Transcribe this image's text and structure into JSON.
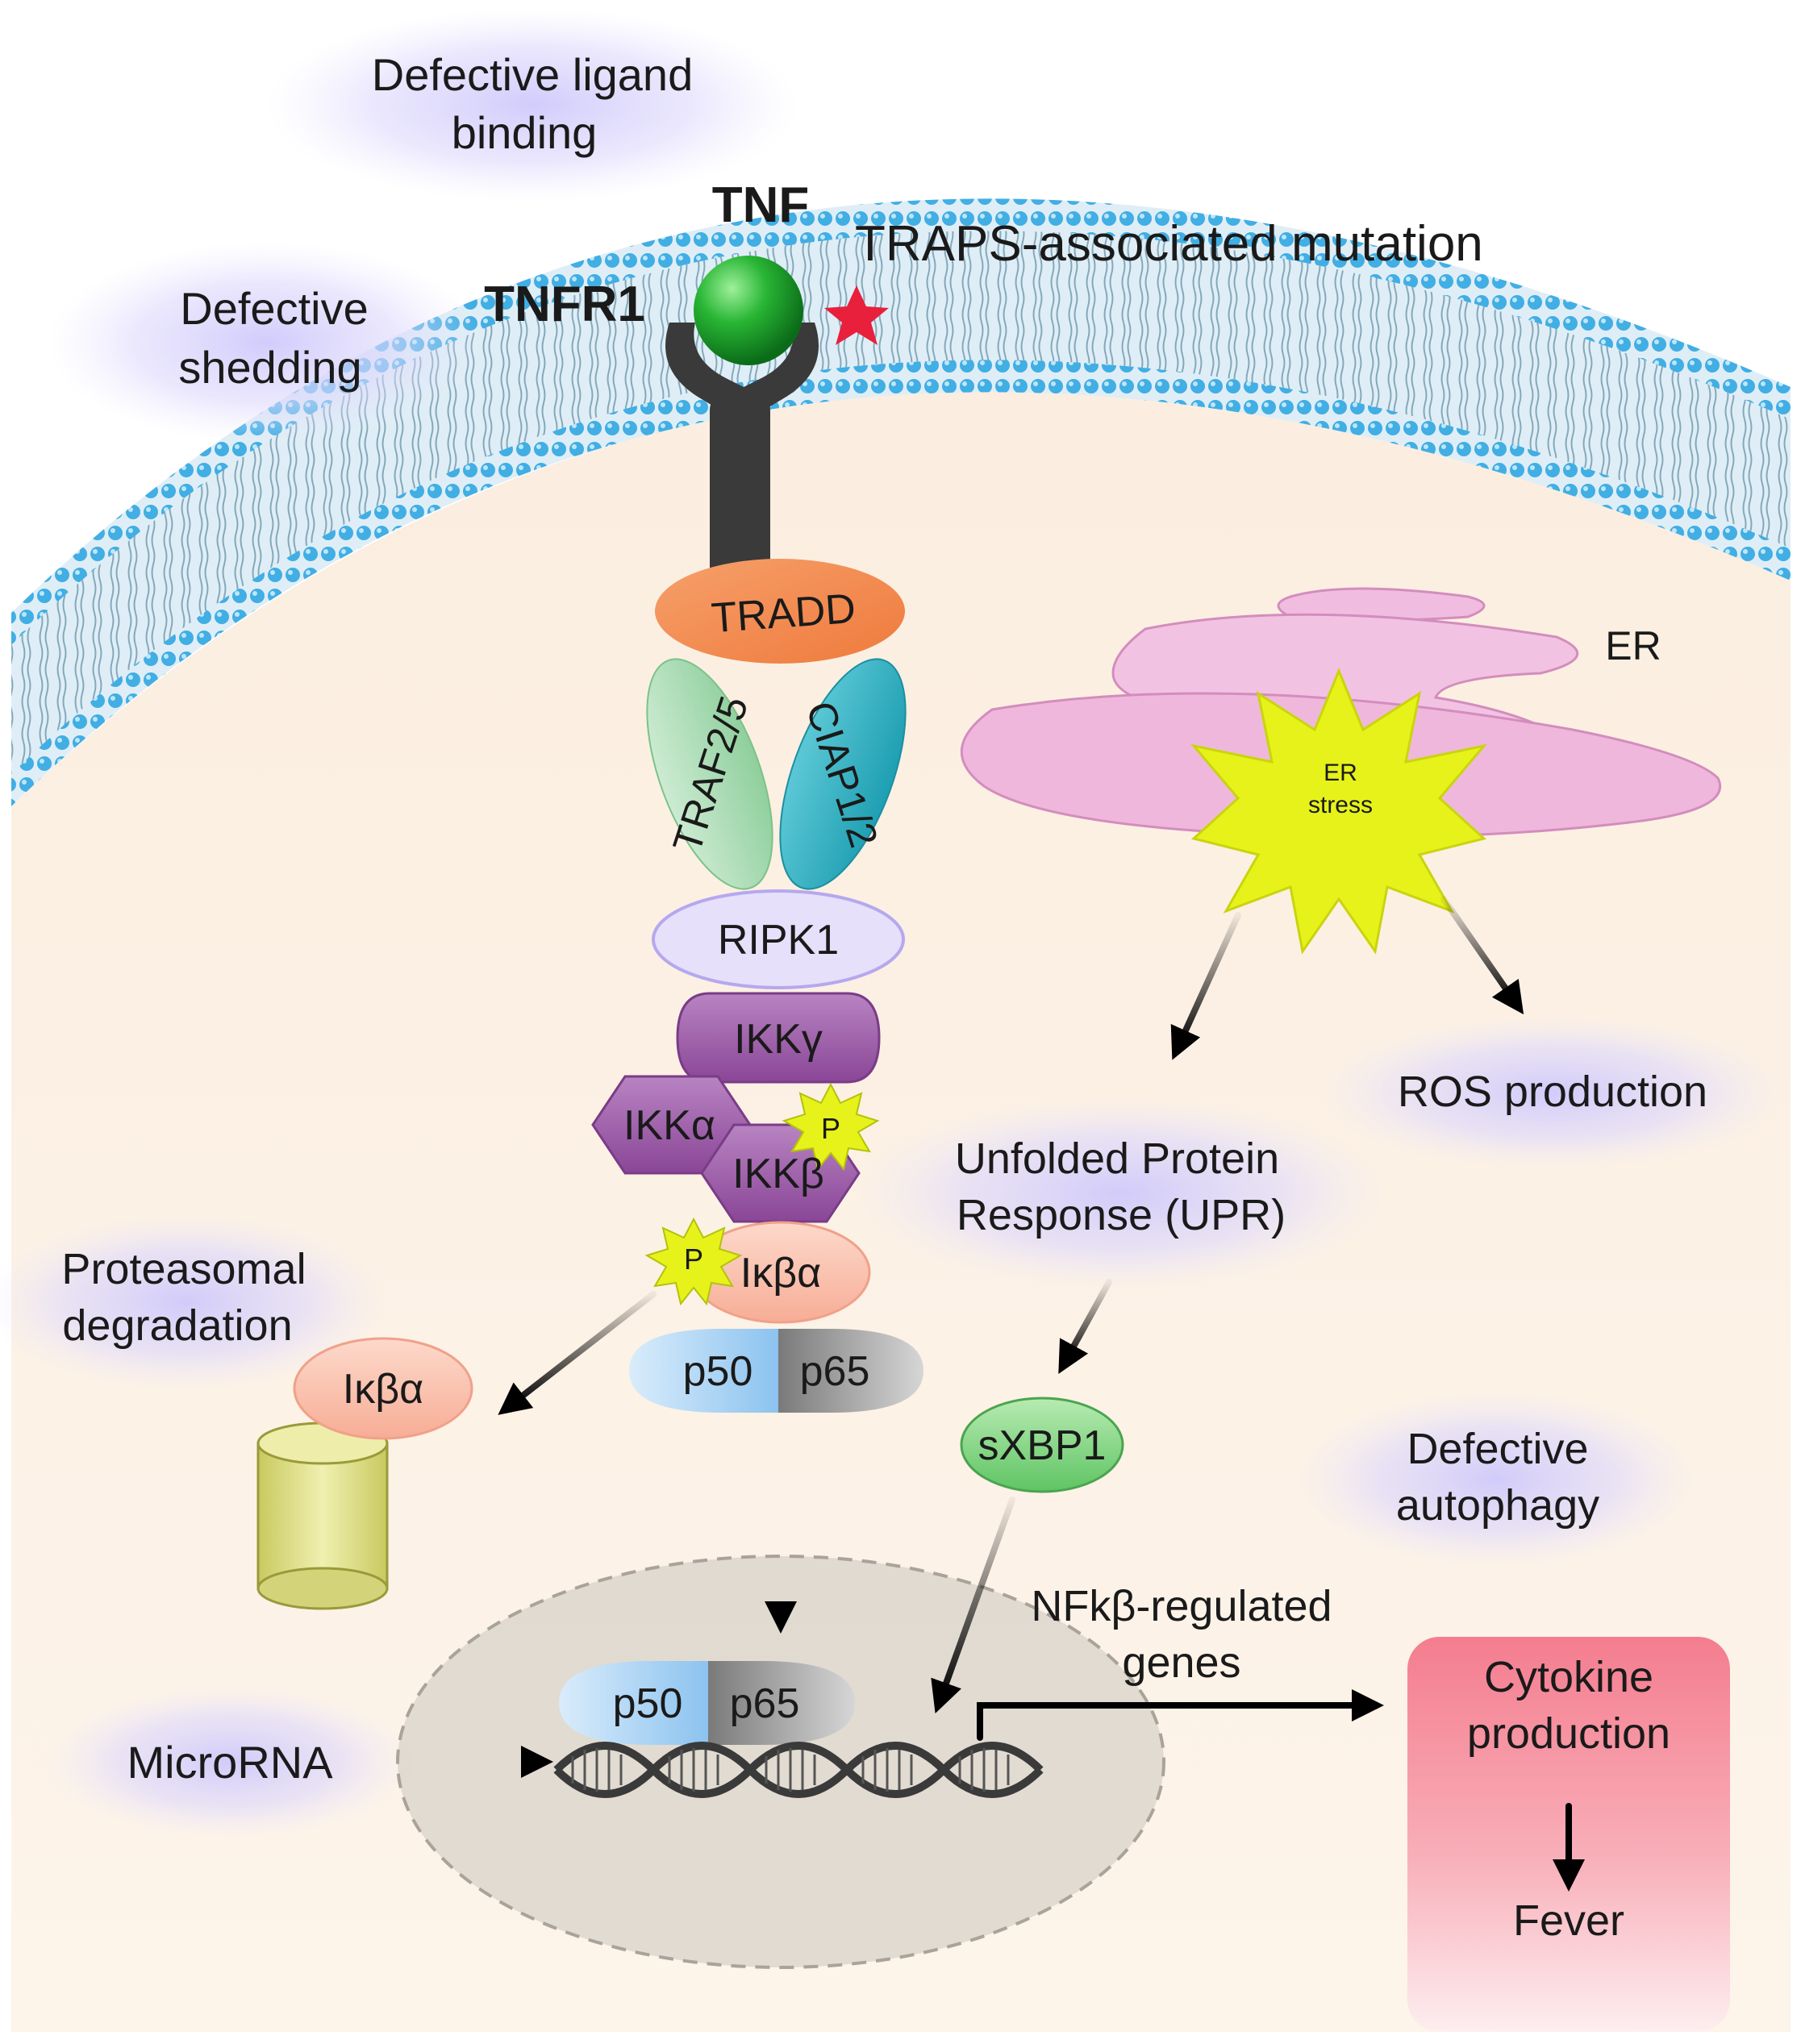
{
  "labels": {
    "defective_ligand_binding": [
      "Defective ligand",
      "binding"
    ],
    "defective_shedding": [
      "Defective",
      "shedding"
    ],
    "tnf": "TNF",
    "tnfr1": "TNFR1",
    "traps_mutation": "TRAPS-associated mutation",
    "er": "ER",
    "er_stress": [
      "ER",
      "stress"
    ],
    "ros_production": "ROS production",
    "upr": [
      "Unfolded Protein",
      "Response (UPR)"
    ],
    "sxbp1": "sXBP1",
    "defective_autophagy": [
      "Defective",
      "autophagy"
    ],
    "proteasomal_degradation": [
      "Proteasomal",
      "degradation"
    ],
    "nfkb_genes": [
      "NFkβ-regulated",
      "genes"
    ],
    "cytokine_production": [
      "Cytokine",
      "production"
    ],
    "fever": "Fever",
    "microrna": "MicroRNA"
  },
  "proteins": {
    "tradd": "TRADD",
    "traf": "TRAF2/5",
    "ciap": "CIAP1/2",
    "ripk1": "RIPK1",
    "ikkg": "IKKγ",
    "ikka": "IKKα",
    "ikkb": "IKKβ",
    "ikba": "Iκβα",
    "ikba_degraded": "Iκβα",
    "p50": "p50",
    "p65": "p65",
    "p50_nucleus": "p50",
    "p65_nucleus": "p65",
    "phospho": "P",
    "phospho_2": "P"
  },
  "colors": {
    "cytoplasm": "#fdf0e0",
    "membrane_head": "#4ab3e6",
    "receptor": "#3a3a3a",
    "tnf": "#1fae2f",
    "mutation_star": "#e8203c",
    "tradd": "#f28a52",
    "traf": "#a9dbb3",
    "ciap": "#2fb4c6",
    "ripk1": "#e6e0fb",
    "ikk": "#9c5aa8",
    "ikba": "#fbc3b0",
    "p50": "#a8d3f5",
    "p65": "#9a9a9a",
    "er": "#f0b7dc",
    "er_stress": "#e6f21a",
    "sxbp1": "#7fd57e",
    "nucleus": "#dcd6cc",
    "cytokine_box": "#f58896",
    "halo": "#d2cdfb",
    "proteasome": "#e6e69a"
  }
}
